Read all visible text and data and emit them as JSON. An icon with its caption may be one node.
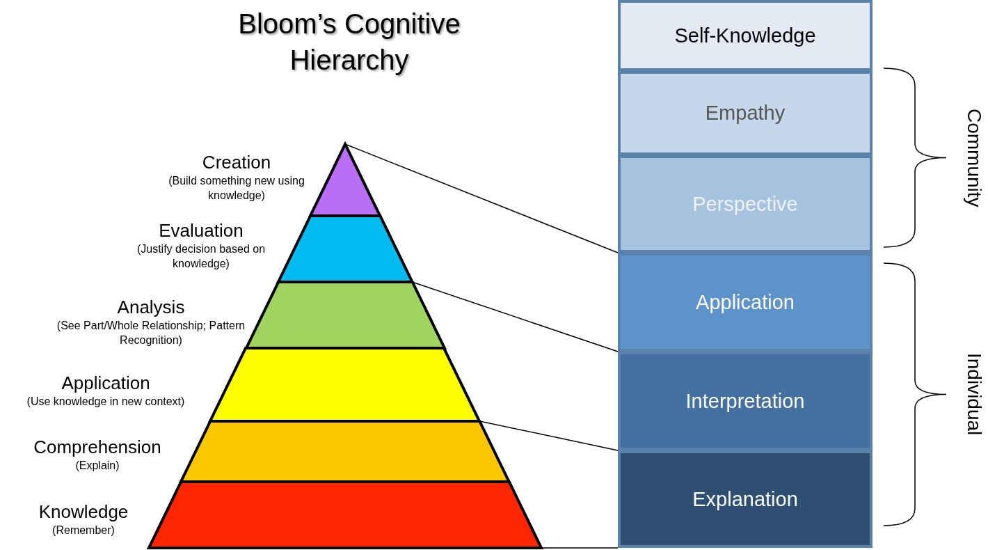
{
  "diagram": {
    "title": "Bloom’s Cognitive Hierarchy",
    "nodes": [
      {
        "text": [],
        "shape": "triangle",
        "beside": [
          "Creation",
          "(Build something new using knowledge)"
        ]
      },
      {
        "text": [],
        "shape": "trapezoid",
        "beside": [
          "Evaluation",
          "(Justify decision based on knowledge)"
        ]
      },
      {
        "text": [],
        "shape": "trapezoid",
        "beside": [
          "Analysis",
          "(See Part/Whole Relationship; Pattern Recognition)"
        ]
      },
      {
        "text": [],
        "shape": "trapezoid",
        "beside": [
          "Application",
          "(Use knowledge in new context)"
        ]
      },
      {
        "text": [],
        "shape": "trapezoid",
        "beside": [
          "Comprehension",
          "(Explain)"
        ]
      },
      {
        "text": [],
        "shape": "trapezoid",
        "beside": [
          "Knowledge",
          "(Remember)"
        ]
      },
      {
        "text": [
          "Self-Knowledge"
        ]
      },
      {
        "text": [
          "Empathy"
        ]
      },
      {
        "text": [
          "Perspective"
        ]
      },
      {
        "text": [
          "Application"
        ]
      },
      {
        "text": [
          "Interpretation"
        ]
      },
      {
        "text": [
          "Explanation"
        ]
      }
    ],
    "edges": [
      {
        "from": 0,
        "to": 9,
        "arrow": "none"
      },
      {
        "from": 2,
        "to": 10,
        "arrow": "none"
      },
      {
        "from": 4,
        "to": 11,
        "arrow": "none"
      },
      {
        "from": 5,
        "to": 11,
        "arrow": "none"
      }
    ],
    "labels": [
      "Community",
      "Individual"
    ]
  }
}
